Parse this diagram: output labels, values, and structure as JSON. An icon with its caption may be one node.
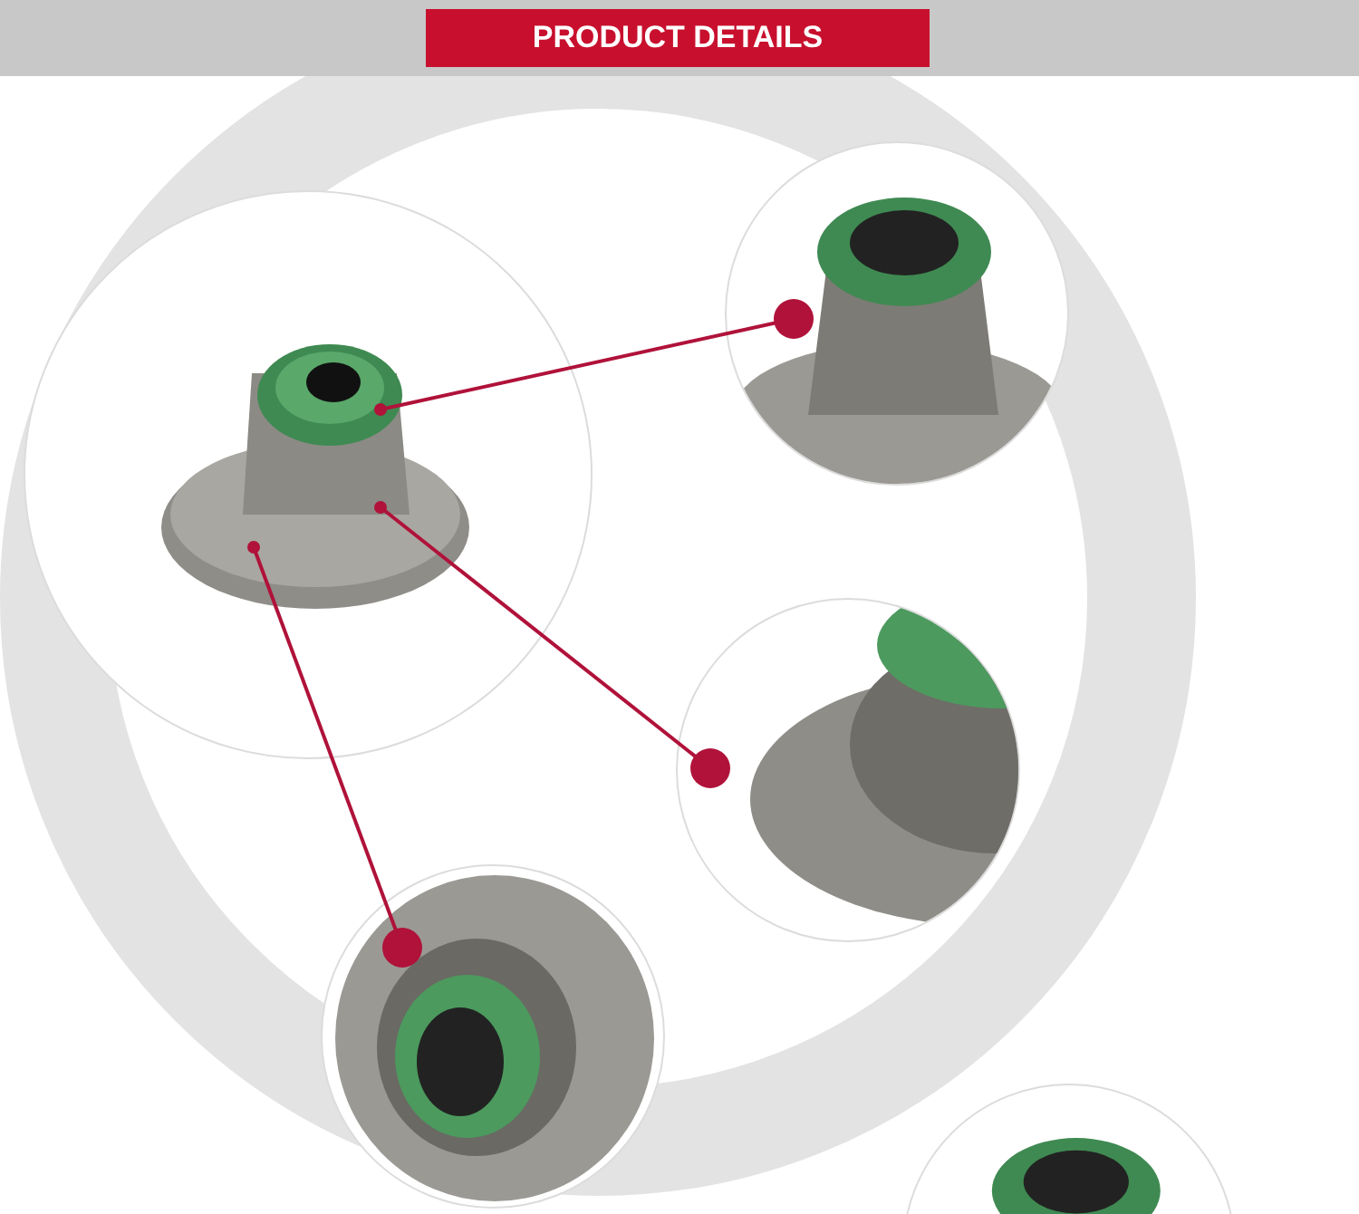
{
  "diagram": {
    "title": "PRODUCT DETAILS",
    "nodes": [
      {
        "text": [],
        "shape": "picture"
      },
      {
        "text": [],
        "shape": "picture"
      },
      {
        "text": [],
        "shape": "picture"
      },
      {
        "text": [],
        "shape": "picture"
      },
      {
        "text": [],
        "shape": "picture"
      }
    ],
    "edges": [
      {
        "from": 0,
        "to": 1,
        "arrow": "other"
      },
      {
        "from": 0,
        "to": 2,
        "arrow": "other"
      },
      {
        "from": 0,
        "to": 3,
        "arrow": "other"
      }
    ]
  }
}
